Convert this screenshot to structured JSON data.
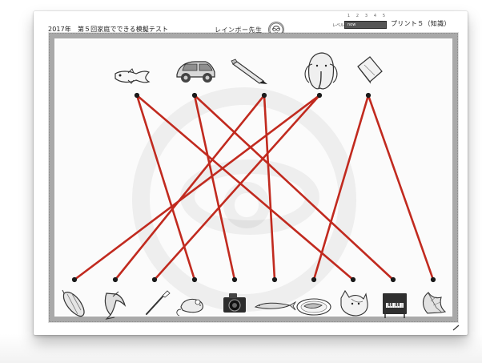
{
  "header": {
    "left_title": "2017年　第５回家庭でできる模擬テスト",
    "teacher_name": "レインボー先生",
    "level_label": "レベル",
    "level_numbers": [
      "1",
      "2",
      "3",
      "4",
      "5"
    ],
    "level_bar_text": "now",
    "print_title": "プリント５（知識）"
  },
  "worksheet": {
    "top_items": [
      {
        "name": "fish-item"
      },
      {
        "name": "car-item"
      },
      {
        "name": "pencil-item"
      },
      {
        "name": "elephant-item"
      },
      {
        "name": "notebook-item"
      }
    ],
    "bottom_items": [
      {
        "name": "loofah-item"
      },
      {
        "name": "dolphin-item"
      },
      {
        "name": "toothbrush-item"
      },
      {
        "name": "mouse-item"
      },
      {
        "name": "camera-item"
      },
      {
        "name": "sardine-item"
      },
      {
        "name": "fish-dish-item"
      },
      {
        "name": "cat-item"
      },
      {
        "name": "piano-item"
      },
      {
        "name": "leaf-item"
      }
    ],
    "connections": [
      {
        "from": 0,
        "to": 3
      },
      {
        "from": 0,
        "to": 7
      },
      {
        "from": 1,
        "to": 4
      },
      {
        "from": 1,
        "to": 8
      },
      {
        "from": 2,
        "to": 1
      },
      {
        "from": 2,
        "to": 5
      },
      {
        "from": 3,
        "to": 0
      },
      {
        "from": 3,
        "to": 2
      },
      {
        "from": 4,
        "to": 6
      },
      {
        "from": 4,
        "to": 9
      }
    ]
  },
  "colors": {
    "line": "#c12a1f",
    "dot": "#1a1a1a",
    "frame": "#a9a9a9"
  }
}
